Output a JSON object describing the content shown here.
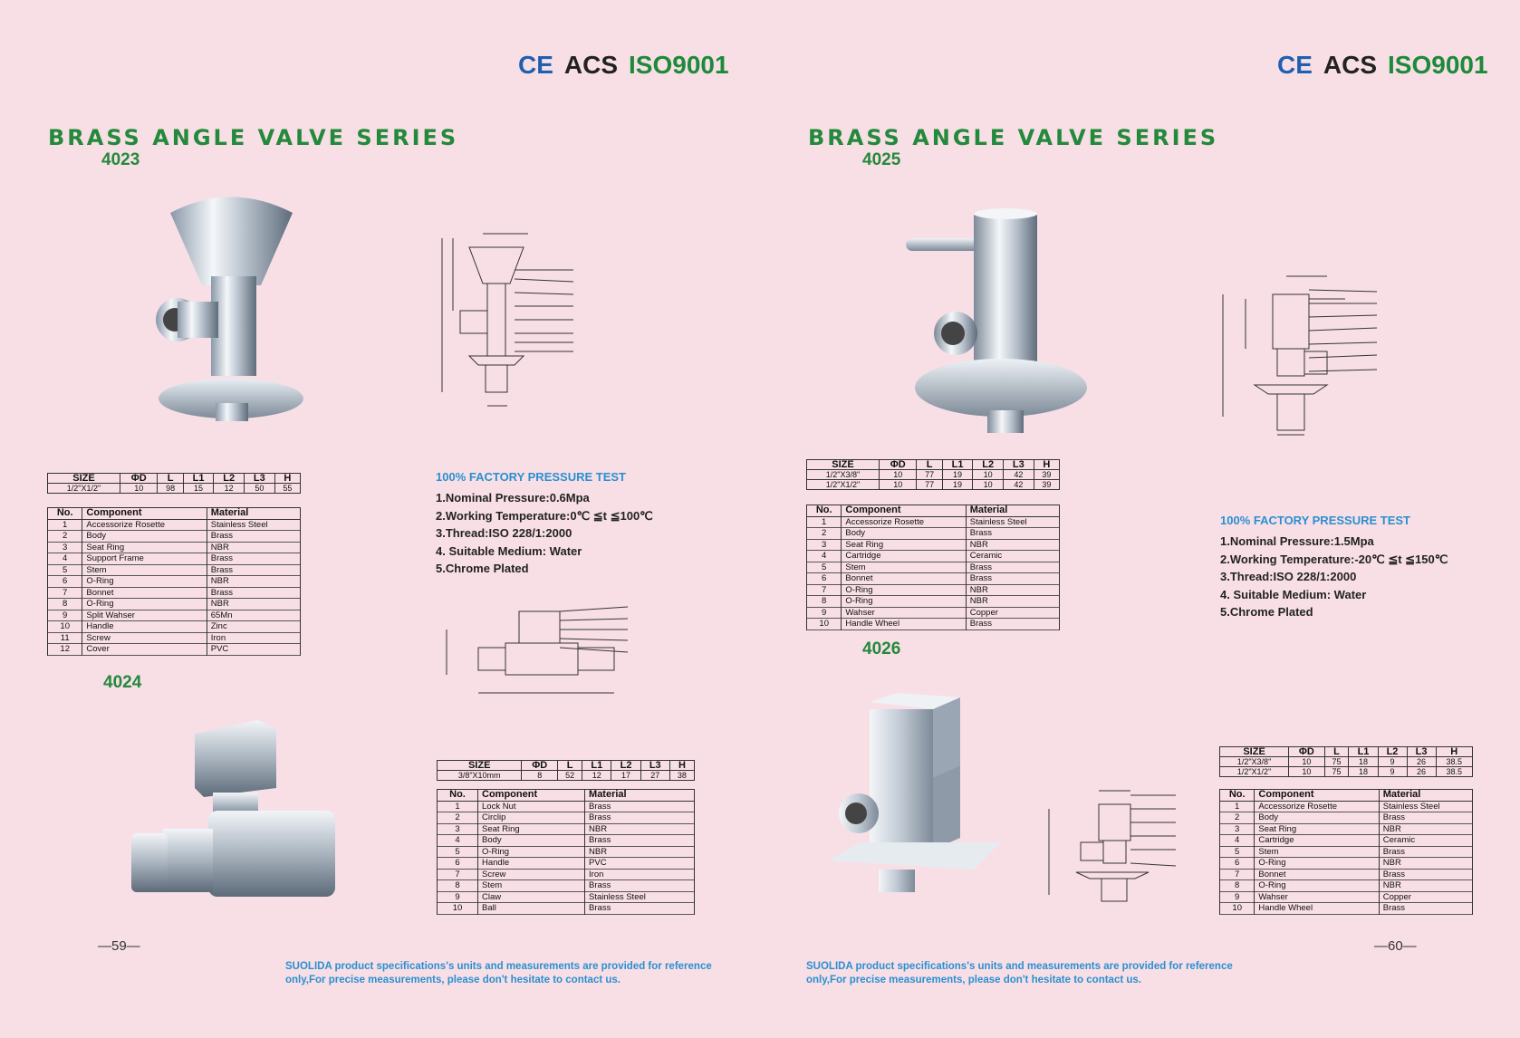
{
  "left": {
    "certs": {
      "ce": "CE",
      "acs": "ACS",
      "iso": "ISO9001"
    },
    "series_title": "BRASS ANGLE VALVE SERIES",
    "p4023": {
      "model": "4023",
      "size_headers": [
        "SIZE",
        "ΦD",
        "L",
        "L1",
        "L2",
        "L3",
        "H"
      ],
      "size_rows": [
        [
          "1/2\"X1/2\"",
          "10",
          "98",
          "15",
          "12",
          "50",
          "55"
        ]
      ],
      "comp_headers": [
        "No.",
        "Component",
        "Material"
      ],
      "comp_rows": [
        [
          "1",
          "Accessorize Rosette",
          "Stainless Steel"
        ],
        [
          "2",
          "Body",
          "Brass"
        ],
        [
          "3",
          "Seat Ring",
          "NBR"
        ],
        [
          "4",
          "Support Frame",
          "Brass"
        ],
        [
          "5",
          "Stem",
          "Brass"
        ],
        [
          "6",
          "O-Ring",
          "NBR"
        ],
        [
          "7",
          "Bonnet",
          "Brass"
        ],
        [
          "8",
          "O-Ring",
          "NBR"
        ],
        [
          "9",
          "Split Wahser",
          "65Mn"
        ],
        [
          "10",
          "Handle",
          "Zinc"
        ],
        [
          "11",
          "Screw",
          "Iron"
        ],
        [
          "12",
          "Cover",
          "PVC"
        ]
      ],
      "test": {
        "title": "100% FACTORY PRESSURE TEST",
        "lines": [
          "1.Nominal Pressure:0.6Mpa",
          "2.Working Temperature:0℃ ≦t ≦100℃",
          "3.Thread:ISO 228/1:2000",
          "4. Suitable Medium: Water",
          "5.Chrome Plated"
        ]
      }
    },
    "p4024": {
      "model": "4024",
      "size_headers": [
        "SIZE",
        "ΦD",
        "L",
        "L1",
        "L2",
        "L3",
        "H"
      ],
      "size_rows": [
        [
          "3/8\"X10mm",
          "8",
          "52",
          "12",
          "17",
          "27",
          "38"
        ]
      ],
      "comp_headers": [
        "No.",
        "Component",
        "Material"
      ],
      "comp_rows": [
        [
          "1",
          "Lock Nut",
          "Brass"
        ],
        [
          "2",
          "Circlip",
          "Brass"
        ],
        [
          "3",
          "Seat Ring",
          "NBR"
        ],
        [
          "4",
          "Body",
          "Brass"
        ],
        [
          "5",
          "O-Ring",
          "NBR"
        ],
        [
          "6",
          "Handle",
          "PVC"
        ],
        [
          "7",
          "Screw",
          "Iron"
        ],
        [
          "8",
          "Stem",
          "Brass"
        ],
        [
          "9",
          "Claw",
          "Stainless Steel"
        ],
        [
          "10",
          "Ball",
          "Brass"
        ]
      ]
    },
    "page_number": "—59—",
    "note": "SUOLIDA product specifications's units and  measurements are provided for reference only,For precise measurements, please don't hesitate to contact us."
  },
  "right": {
    "certs": {
      "ce": "CE",
      "acs": "ACS",
      "iso": "ISO9001"
    },
    "series_title": "BRASS ANGLE VALVE SERIES",
    "p4025": {
      "model": "4025",
      "size_headers": [
        "SIZE",
        "ΦD",
        "L",
        "L1",
        "L2",
        "L3",
        "H"
      ],
      "size_rows": [
        [
          "1/2\"X3/8\"",
          "10",
          "77",
          "19",
          "10",
          "42",
          "39"
        ],
        [
          "1/2\"X1/2\"",
          "10",
          "77",
          "19",
          "10",
          "42",
          "39"
        ]
      ],
      "comp_headers": [
        "No.",
        "Component",
        "Material"
      ],
      "comp_rows": [
        [
          "1",
          "Accessorize Rosette",
          "Stainless Steel"
        ],
        [
          "2",
          "Body",
          "Brass"
        ],
        [
          "3",
          "Seat Ring",
          "NBR"
        ],
        [
          "4",
          "Cartridge",
          "Ceramic"
        ],
        [
          "5",
          "Stem",
          "Brass"
        ],
        [
          "6",
          "Bonnet",
          "Brass"
        ],
        [
          "7",
          "O-Ring",
          "NBR"
        ],
        [
          "8",
          "O-Ring",
          "NBR"
        ],
        [
          "9",
          " Wahser",
          "Copper"
        ],
        [
          "10",
          "Handle Wheel",
          "Brass"
        ]
      ],
      "test": {
        "title": "100% FACTORY PRESSURE TEST",
        "lines": [
          "1.Nominal Pressure:1.5Mpa",
          "2.Working Temperature:-20℃ ≦t ≦150℃",
          "3.Thread:ISO 228/1:2000",
          "4. Suitable Medium: Water",
          "5.Chrome Plated"
        ]
      }
    },
    "p4026": {
      "model": "4026",
      "size_headers": [
        "SIZE",
        "ΦD",
        "L",
        "L1",
        "L2",
        "L3",
        "H"
      ],
      "size_rows": [
        [
          "1/2\"X3/8\"",
          "10",
          "75",
          "18",
          "9",
          "26",
          "38.5"
        ],
        [
          "1/2\"X1/2\"",
          "10",
          "75",
          "18",
          "9",
          "26",
          "38.5"
        ]
      ],
      "comp_headers": [
        "No.",
        "Component",
        "Material"
      ],
      "comp_rows": [
        [
          "1",
          "Accessorize Rosette",
          "Stainless Steel"
        ],
        [
          "2",
          "Body",
          "Brass"
        ],
        [
          "3",
          "Seat Ring",
          "NBR"
        ],
        [
          "4",
          "Cartridge",
          "Ceramic"
        ],
        [
          "5",
          "Stem",
          "Brass"
        ],
        [
          "6",
          "O-Ring",
          "NBR"
        ],
        [
          "7",
          "Bonnet",
          "Brass"
        ],
        [
          "8",
          "O-Ring",
          "NBR"
        ],
        [
          "9",
          " Wahser",
          "Copper"
        ],
        [
          "10",
          "Handle Wheel",
          "Brass"
        ]
      ]
    },
    "page_number": "—60—",
    "note": "SUOLIDA product specifications's units and  measurements are provided for reference only,For precise measurements, please don't hesitate to contact us."
  }
}
